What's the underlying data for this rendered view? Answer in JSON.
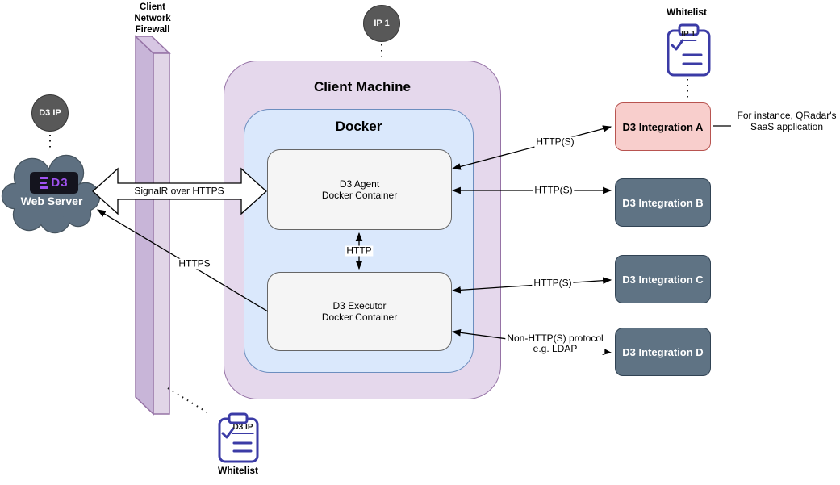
{
  "colors": {
    "client_machine_fill": "#E5D8EC",
    "client_machine_stroke": "#9673A6",
    "docker_fill": "#DAE8FC",
    "docker_stroke": "#6C8EBF",
    "container_fill": "#F5F5F5",
    "container_stroke": "#666666",
    "integration_a_fill": "#F8CECC",
    "integration_a_stroke": "#B85450",
    "integration_dark_fill": "#5F7384",
    "integration_dark_stroke": "#314354",
    "cloud_fill": "#5E7081",
    "cloud_stroke": "#45535E",
    "firewall_fill_light": "#E1D5E7",
    "firewall_fill_dark": "#C8B5D8",
    "firewall_stroke": "#9673A6",
    "ip_badge_fill": "#585858",
    "clipboard_stroke": "#3B3BA6",
    "logo_purple": "#A052F0"
  },
  "nodes": {
    "firewall": {
      "lines": [
        "Client",
        "Network",
        "Firewall"
      ]
    },
    "d3_ip_badge": {
      "label": "D3 IP"
    },
    "ip1_badge": {
      "label": "IP 1"
    },
    "web_server": {
      "logo_text": "D3",
      "label": "Web Server"
    },
    "client_machine": {
      "title": "Client Machine"
    },
    "docker": {
      "title": "Docker"
    },
    "agent_container": {
      "lines": [
        "D3 Agent",
        "Docker Container"
      ]
    },
    "executor_container": {
      "lines": [
        "D3 Executor",
        "Docker Container"
      ]
    },
    "integration_a": {
      "label": "D3 Integration A"
    },
    "integration_b": {
      "label": "D3 Integration B"
    },
    "integration_c": {
      "label": "D3 Integration C"
    },
    "integration_d": {
      "label": "D3 Integration D"
    },
    "whitelist_top": {
      "title": "Whitelist",
      "entry": "IP 1"
    },
    "whitelist_bottom": {
      "title": "Whitelist",
      "entry": "D3 IP"
    },
    "annotation_qradar": {
      "lines": [
        "For instance, QRadar's",
        "SaaS application"
      ]
    }
  },
  "edges": {
    "signalr": {
      "label": "SignalR over HTTPS"
    },
    "https": {
      "label": "HTTPS"
    },
    "http_internal": {
      "label": "HTTP"
    },
    "http_a": {
      "label": "HTTP(S)"
    },
    "http_b": {
      "label": "HTTP(S)"
    },
    "http_c": {
      "label": "HTTP(S)"
    },
    "non_http_d": {
      "lines": [
        "Non-HTTP(S) protocol",
        "e.g. LDAP"
      ]
    }
  }
}
